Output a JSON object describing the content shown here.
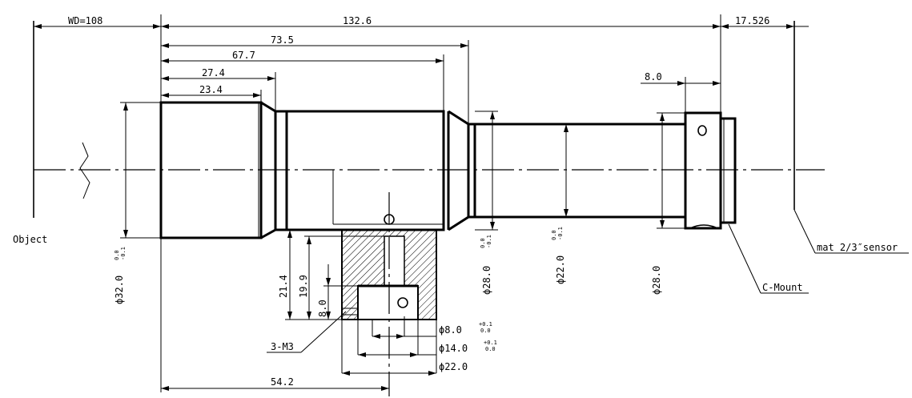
{
  "dimensions": {
    "wd": "WD=108",
    "total_length": "132.6",
    "sensor_distance": "17.526",
    "d73": "73.5",
    "d67": "67.7",
    "d27": "27.4",
    "d23": "23.4",
    "d8_mount": "8.0",
    "d54": "54.2",
    "h21": "21.4",
    "h19": "19.9",
    "h8": "8.0"
  },
  "diameters": {
    "d32": "ϕ32.0",
    "d28_tol": "ϕ28.0",
    "d22_tol": "ϕ22.0",
    "d28": "ϕ28.0",
    "d8": "ϕ8.0",
    "d14": "ϕ14.0",
    "d22_port": "ϕ22.0"
  },
  "tolerances": {
    "zero_minus_upper": "0.0",
    "zero_minus_lower": "-0.1",
    "plus_upper": "+0.1",
    "plus_lower": "0.0"
  },
  "labels": {
    "object": "Object",
    "sensor": "mat 2/3″sensor",
    "cmount": "C-Mount",
    "screw": "3-M3"
  }
}
